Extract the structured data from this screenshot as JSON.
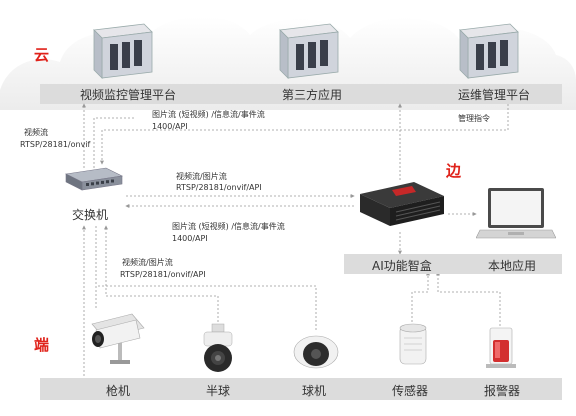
{
  "tiers": {
    "cloud": "云",
    "edge": "边",
    "end": "端"
  },
  "platforms": [
    "视频监控管理平台",
    "第三方应用",
    "运维管理平台"
  ],
  "edge_boxes": [
    "AI功能智盒",
    "本地应用"
  ],
  "switch_label": "交换机",
  "devices": [
    "枪机",
    "半球",
    "球机",
    "传感器",
    "报警器"
  ],
  "annotations": {
    "left_stream": [
      "视频流",
      "RTSP/28181/onvif"
    ],
    "top_flow": [
      "图片流 (短视频) /信息流/事件流",
      "1400/API"
    ],
    "mgmt": "管理指令",
    "switch_to_edge": [
      "视频流/图片流",
      "RTSP/28181/onvif/API"
    ],
    "edge_to_switch": [
      "图片流 (短视频) /信息流/事件流",
      "1400/API"
    ],
    "device_stream": [
      "视频流/图片流",
      "RTSP/28181/onvif/API"
    ]
  },
  "colors": {
    "tier_red": "#e0221a",
    "bar_gray": "#dcdcdc",
    "line_gray": "#999999"
  }
}
